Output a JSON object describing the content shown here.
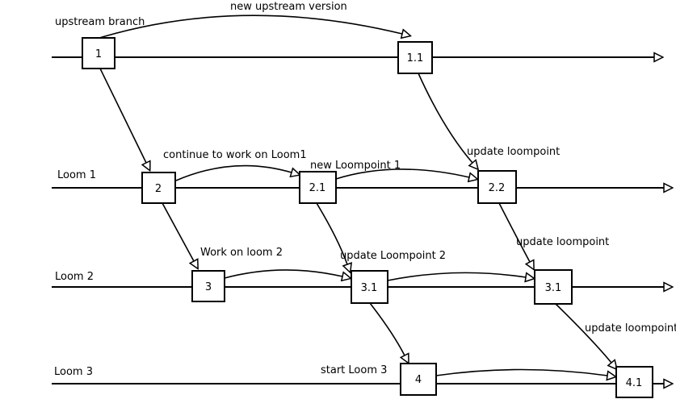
{
  "colors": {
    "background": "#ffffff",
    "stroke": "#000000",
    "text": "#000000",
    "node_fill": "#ffffff"
  },
  "lanes": [
    {
      "label": "upstream branch"
    },
    {
      "label": "Loom 1"
    },
    {
      "label": "Loom 2"
    },
    {
      "label": "Loom 3"
    }
  ],
  "nodes": [
    {
      "id": "1",
      "lane": "upstream branch"
    },
    {
      "id": "1.1",
      "lane": "upstream branch"
    },
    {
      "id": "2",
      "lane": "Loom 1"
    },
    {
      "id": "2.1",
      "lane": "Loom 1"
    },
    {
      "id": "2.2",
      "lane": "Loom 1"
    },
    {
      "id": "3",
      "lane": "Loom 2"
    },
    {
      "id": "3.1",
      "lane": "Loom 2"
    },
    {
      "id": "3.1",
      "lane": "Loom 2"
    },
    {
      "id": "4",
      "lane": "Loom 3"
    },
    {
      "id": "4.1",
      "lane": "Loom 3"
    }
  ],
  "edge_labels": [
    {
      "text": "new upstream version",
      "edge": "1 -> 1.1"
    },
    {
      "text": "continue to work on Loom1",
      "edge": "2 -> 2.1"
    },
    {
      "text": "new Loompoint 1",
      "edge": "2.1 -> 2.2"
    },
    {
      "text": "update loompoint",
      "edge": "1.1 -> 2.2"
    },
    {
      "text": "Work on loom 2",
      "edge": "2 -> 3"
    },
    {
      "text": "update Loompoint 2",
      "edge": "2.1 -> 3.1"
    },
    {
      "text": "update loompoint",
      "edge": "2.2 -> 3.1"
    },
    {
      "text": "start Loom 3",
      "edge": "3.1 -> 4"
    },
    {
      "text": "update loompoint",
      "edge": "3.1 -> 4.1"
    }
  ]
}
